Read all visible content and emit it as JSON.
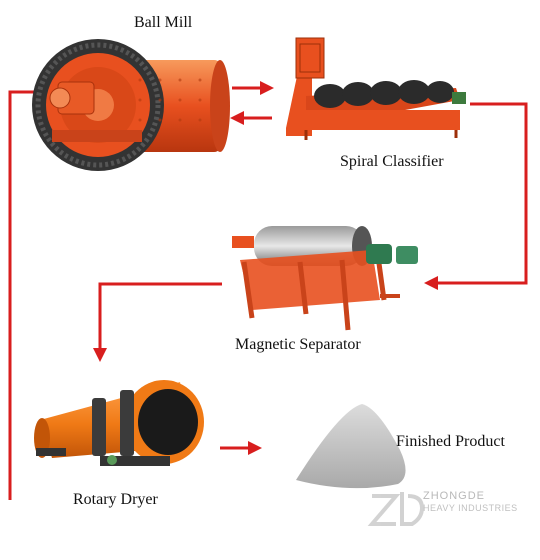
{
  "labels": {
    "ball_mill": "Ball Mill",
    "spiral_classifier": "Spiral Classifier",
    "magnetic_separator": "Magnetic Separator",
    "rotary_dryer": "Rotary Dryer",
    "finished_product": "Finished Product"
  },
  "watermark": {
    "brand": "ZHONGDE",
    "subtitle": "HEAVY INDUSTRIES",
    "logo_mark": "ZD"
  },
  "colors": {
    "machine_orange": "#e8501f",
    "arrow_red": "#d81e1e",
    "product_gray": "#b9b9b9"
  }
}
